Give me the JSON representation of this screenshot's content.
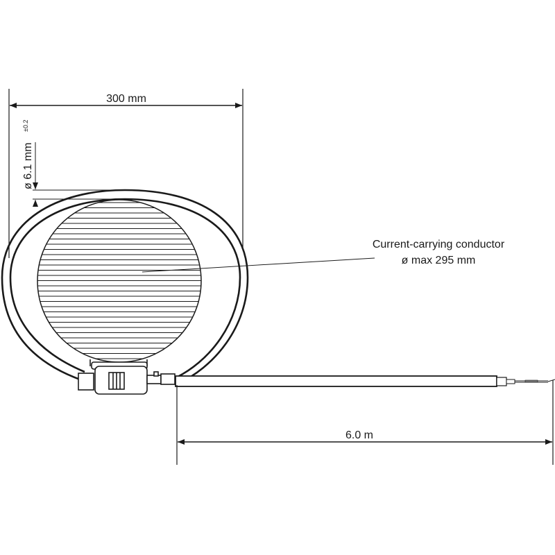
{
  "dimensions": {
    "width_label": "300 mm",
    "wire_diameter_label": "ø 6.1 mm",
    "wire_diameter_tolerance": "±0.2",
    "cable_length_label": "6.0 m"
  },
  "conductor": {
    "label_line1": "Current-carrying conductor",
    "label_line2": "ø max 295 mm"
  },
  "colors": {
    "line": "#1a1a1a",
    "background": "#ffffff"
  }
}
